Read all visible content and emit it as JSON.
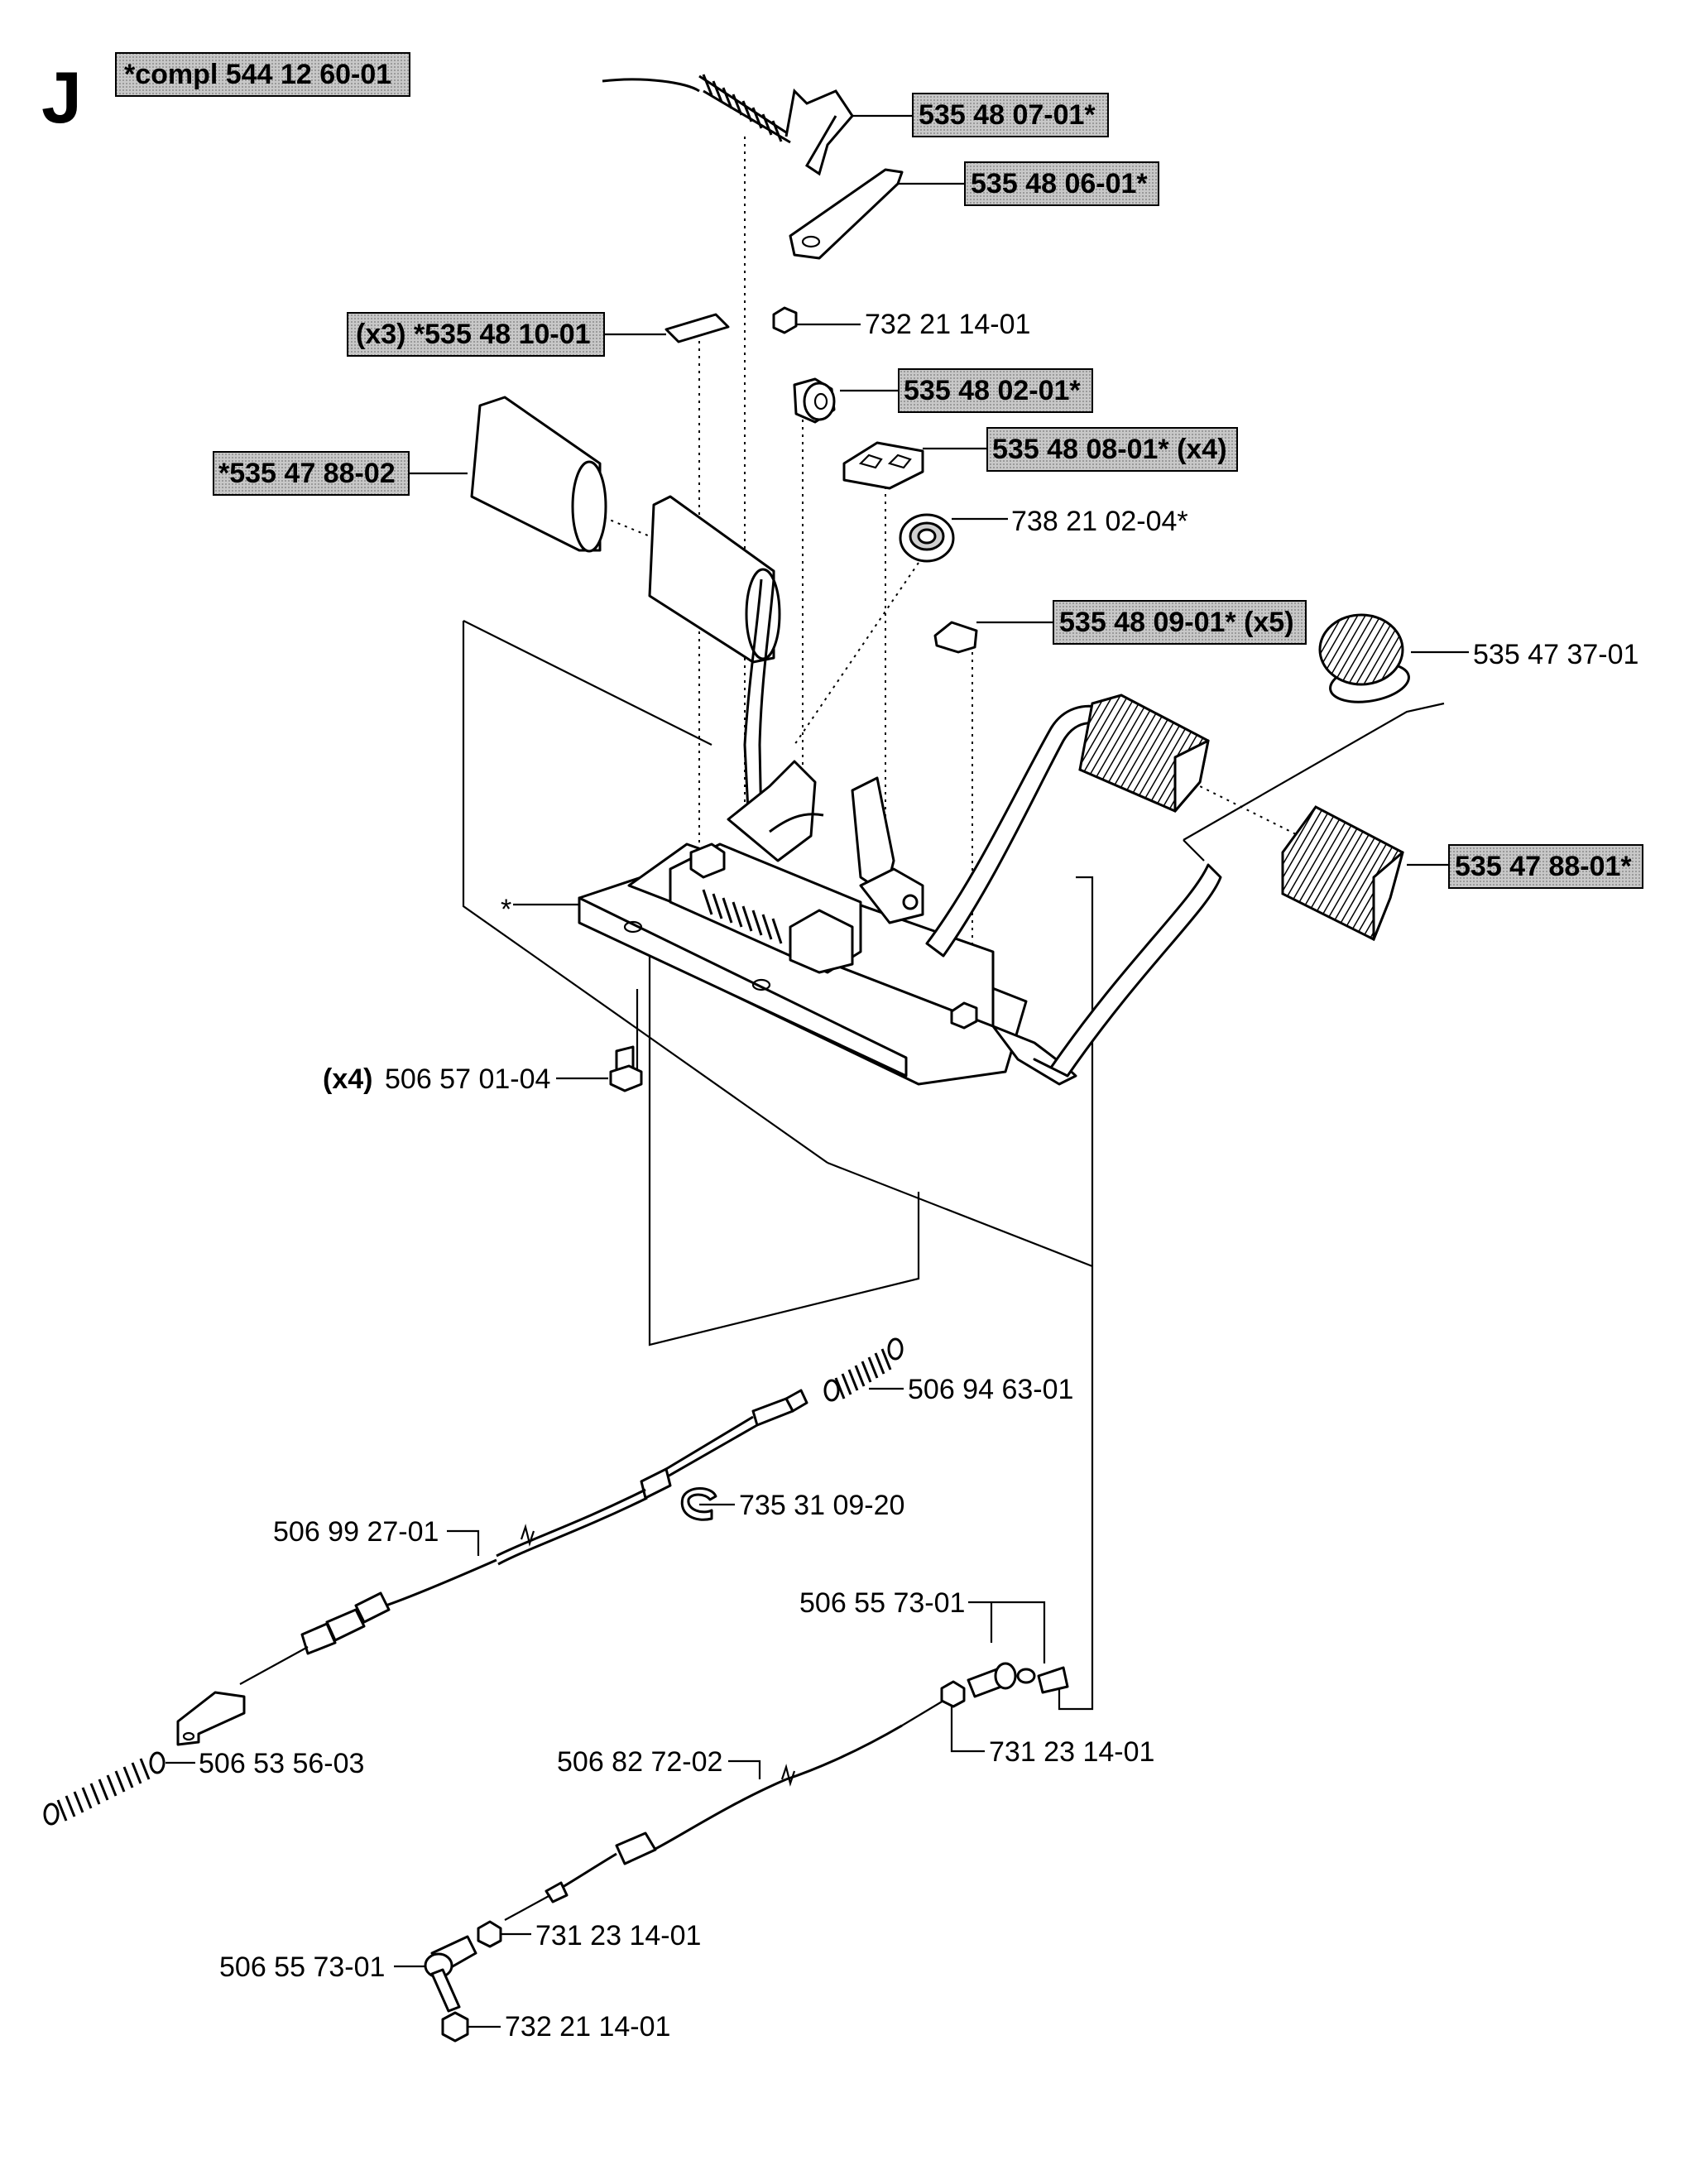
{
  "section_letter": "J",
  "labels": {
    "compl": "*compl 544 12 60-01",
    "p_535480701": "535 48 07-01*",
    "p_535480601": "535 48 06-01*",
    "p_535481001": "(x3) *535 48 10-01",
    "p_732211401_top": "732 21 14-01",
    "p_535480201": "535 48 02-01*",
    "p_535478802": "*535 47 88-02",
    "p_535480801": "535 48 08-01* (x4)",
    "p_738210204": "738 21 02-04*",
    "p_535480901": "535 48 09-01* (x5)",
    "p_535473701": "535 47 37-01",
    "p_535478801": "535 47 88-01*",
    "asterisk": "*",
    "x4": "(x4)",
    "p_506570104": "506 57 01-04",
    "p_506946301": "506 94 63-01",
    "p_735310920": "735 31 09-20",
    "p_506992701": "506 99 27-01",
    "p_506557301_a": "506 55 73-01",
    "p_506535603": "506 53 56-03",
    "p_731231401_a": "731 23 14-01",
    "p_506827202": "506 82 72-02",
    "p_731231401_b": "731 23 14-01",
    "p_506557301_b": "506 55 73-01",
    "p_732211401_bot": "732 21 14-01"
  }
}
